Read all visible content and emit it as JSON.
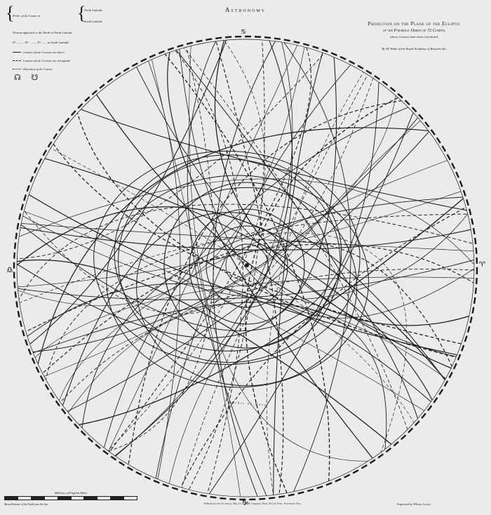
{
  "plate": {
    "subject": "Astronomy",
    "title": "Projection on the Plane of the Ecliptic",
    "subtitle": "of the Parabolic Orbits of 72 Comets,",
    "subtitle2": "whose Courses have been Calculated.",
    "author": "By Mʳ Wade of the Royal Academy of Brussels &c.",
    "orbit_label": "Orbit of Mars",
    "zodiac_top": "♋",
    "zodiac_bottom": "♑",
    "zodiac_left": "♎",
    "zodiac_right": "♈"
  },
  "legend": {
    "north": "North Latitude",
    "south": "South Latitude",
    "perih": "Perih. of the Comet in",
    "nearest": "Nearest approach to the Earth in North Latitude",
    "ditto": "Dº .......... Dº .......... Dº ....... in South Latitude",
    "direct": "Comets whose Courses are direct",
    "retro": "Comets whose Courses are retrograde",
    "direction": "Direction of the Course",
    "symbols": "☊  ☋"
  },
  "scale": {
    "caption": "Millions of English Miles",
    "mean_distance": "Mean Distance of the Earth from the Sun"
  },
  "imprint": "Published as the Act directs, May 1st 1807, by Longman, Hurst, Rees & Orme, Paternoster Row.",
  "engraver": "Engraved by Wilson Lowry",
  "colors": {
    "paper": "#ebebea",
    "ink": "#1b1b1b"
  }
}
